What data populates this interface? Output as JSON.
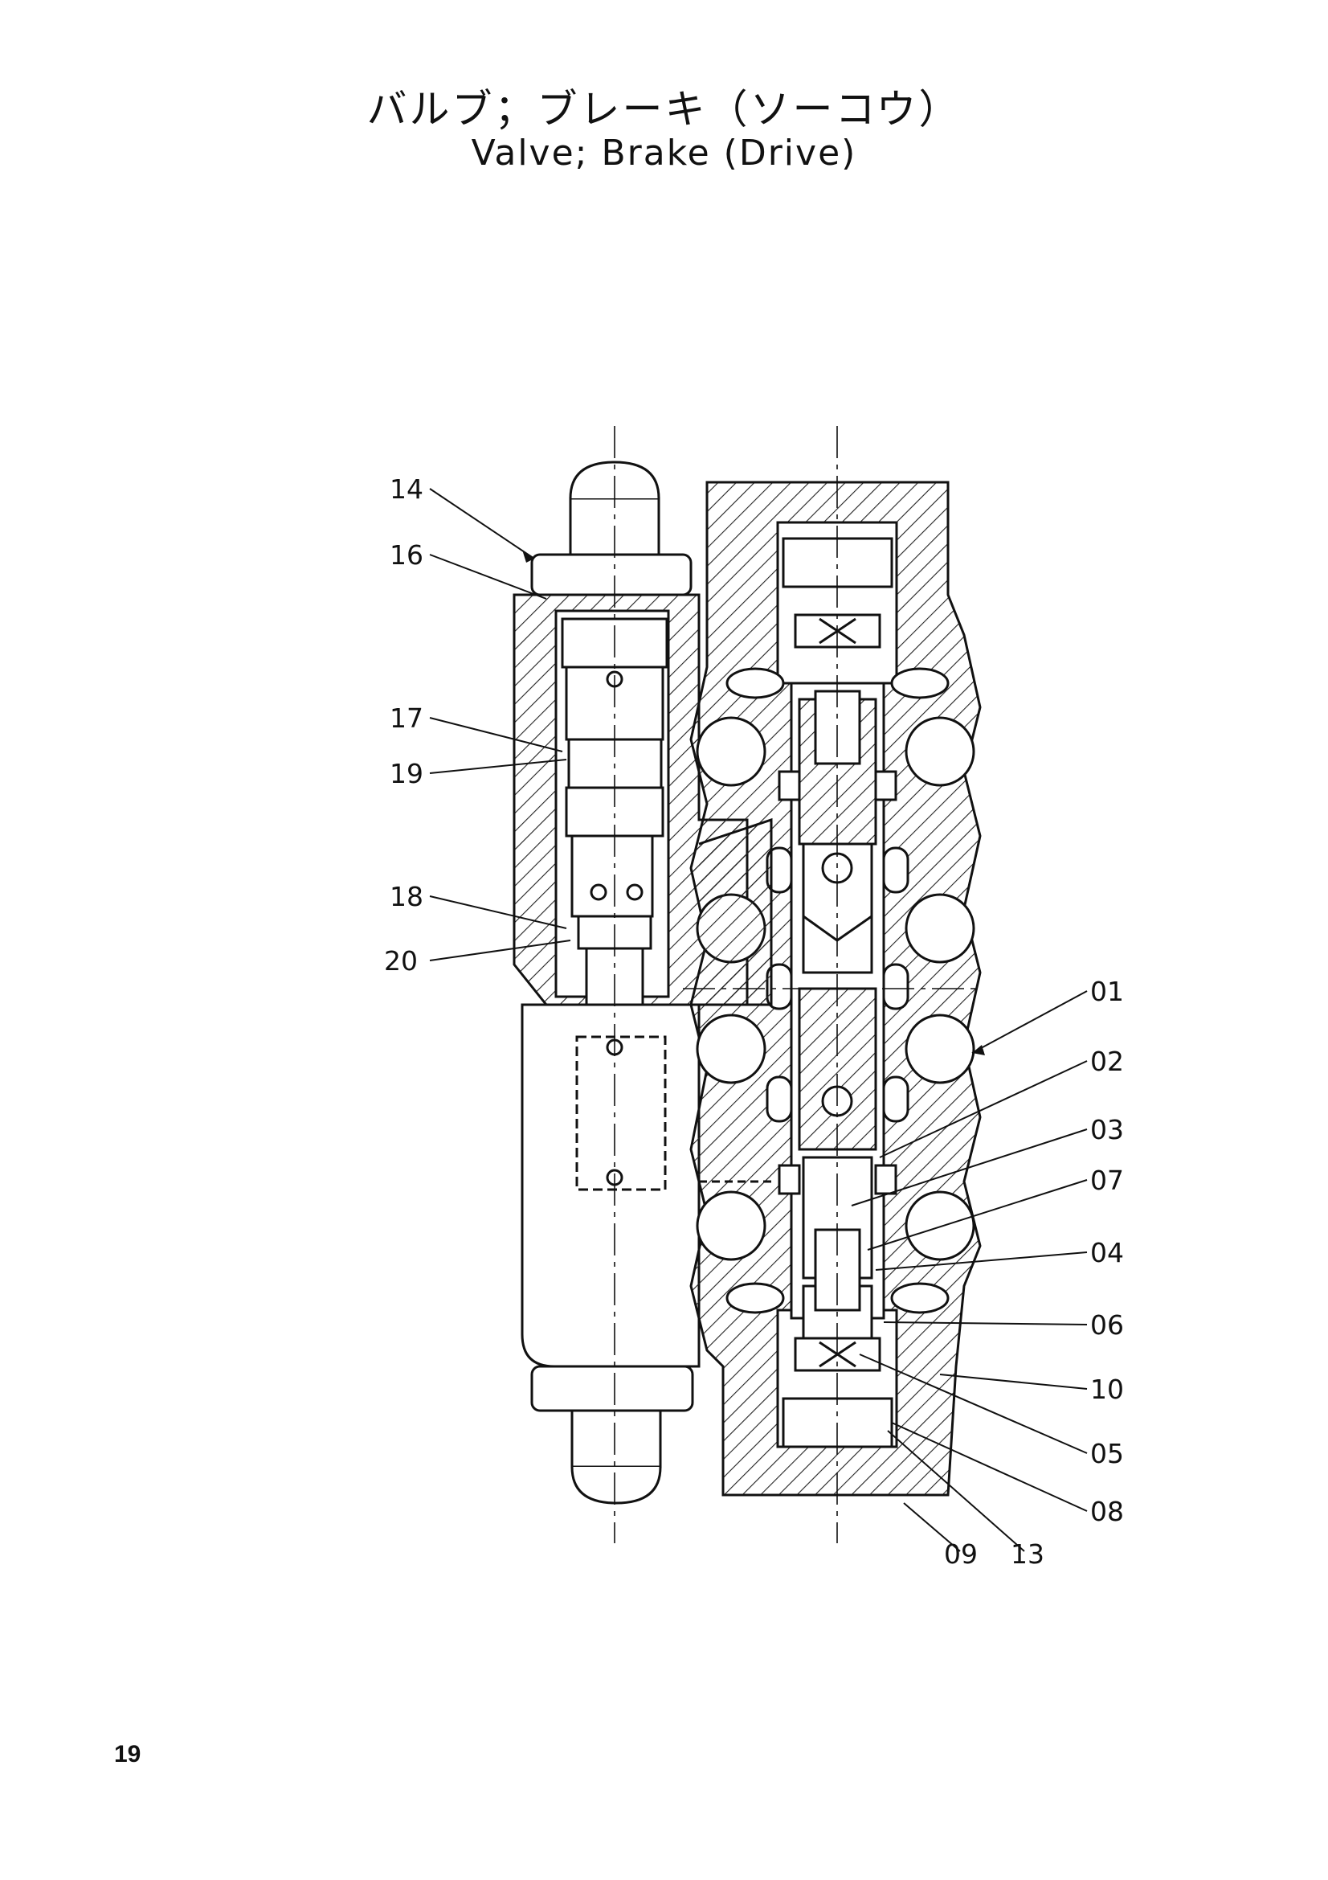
{
  "title": {
    "jp": "バルブ；ブレーキ（ソーコウ）",
    "en": "Valve; Brake  (Drive)"
  },
  "page_number": "19",
  "callouts": {
    "c14": "14",
    "c16": "16",
    "c17": "17",
    "c19": "19",
    "c18": "18",
    "c20": "20",
    "c01": "01",
    "c02": "02",
    "c03": "03",
    "c07": "07",
    "c04": "04",
    "c06": "06",
    "c10": "10",
    "c05": "05",
    "c08": "08",
    "c09": "09",
    "c13": "13"
  }
}
